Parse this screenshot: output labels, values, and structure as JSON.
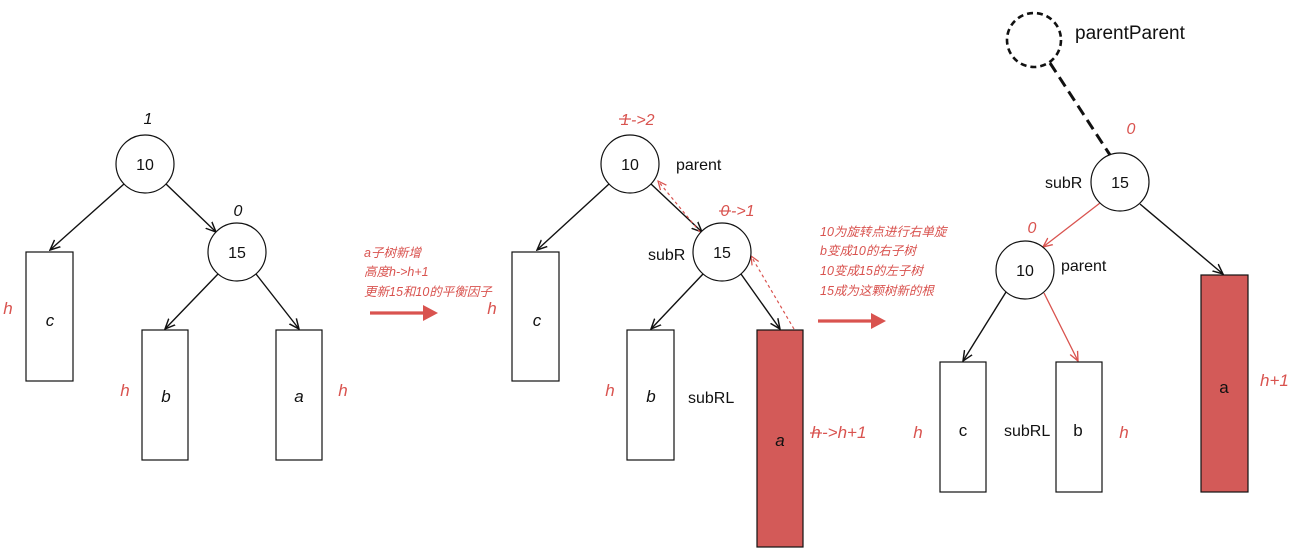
{
  "colors": {
    "ink": "#111111",
    "accent": "#d9534f",
    "fill": "#d35a58"
  },
  "before": {
    "root_bf": "1",
    "root": "10",
    "right_bf": "0",
    "right": "15",
    "c": "c",
    "h_c": "h",
    "b": "b",
    "h_b": "h",
    "a": "a",
    "h_a": "h"
  },
  "note1": [
    "a子树新增",
    "高度h->h+1",
    "更新15和10的平衡因子"
  ],
  "middle": {
    "root_bf_old": "1",
    "root_bf_new": "->2",
    "root": "10",
    "root_label": "parent",
    "right_bf_old": "0",
    "right_bf_new": "->1",
    "right": "15",
    "right_label": "subR",
    "c": "c",
    "h_c": "h",
    "b": "b",
    "h_b": "h",
    "b_label": "subRL",
    "a": "a",
    "h_a_old": "h",
    "h_a_new": "->h+1"
  },
  "note2": [
    "10为旋转点进行右单旋",
    "b变成10的右子树",
    "10变成15的左子树",
    "15成为这颗树新的根"
  ],
  "after": {
    "parent_parent": "parentParent",
    "root_bf": "0",
    "root": "15",
    "root_label": "subR",
    "left_bf": "0",
    "left": "10",
    "left_label": "parent",
    "a": "a",
    "h_a": "h+1",
    "c": "c",
    "h_c": "h",
    "b_label": "subRL",
    "b": "b",
    "h_b": "h"
  }
}
